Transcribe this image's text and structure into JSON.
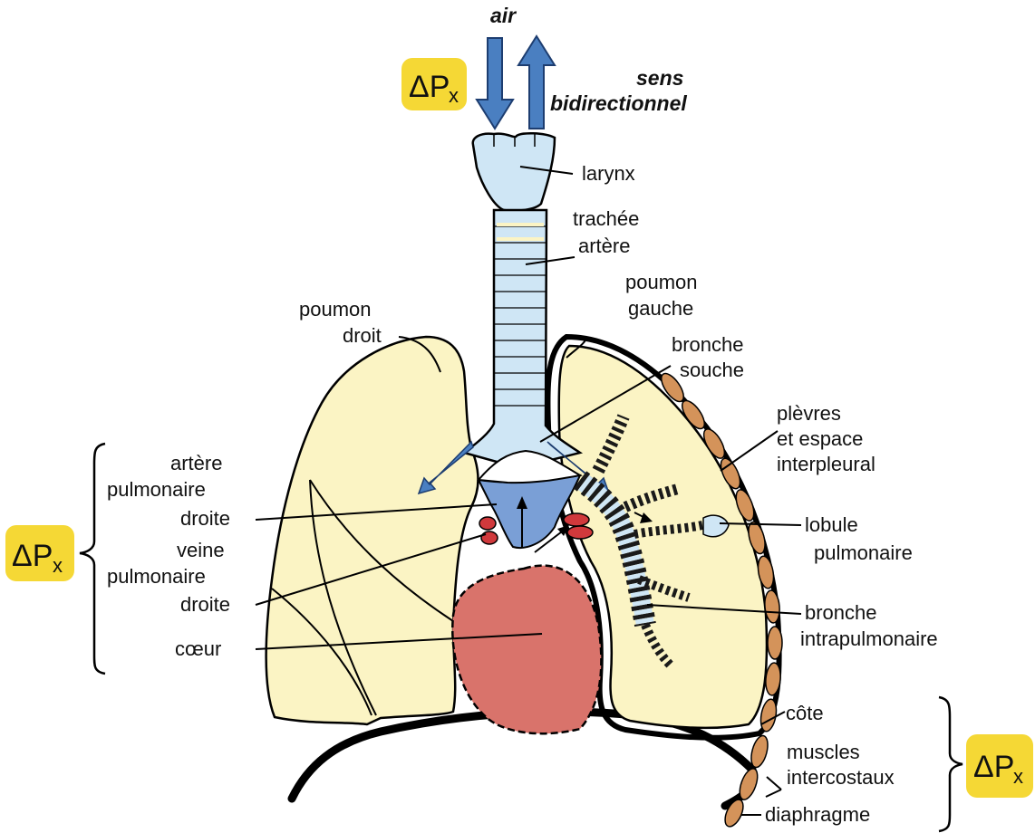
{
  "top": {
    "air": "air",
    "direction_line1": "sens",
    "direction_line2": "bidirectionnel"
  },
  "delta_badge": {
    "symbol": "ΔP",
    "subscript": "x",
    "color": "#f5d835"
  },
  "labels": {
    "larynx": "larynx",
    "trachea": [
      "trachée",
      "artère"
    ],
    "right_lung": [
      "poumon",
      "droit"
    ],
    "left_lung": [
      "poumon",
      "gauche"
    ],
    "main_bronchus": [
      "bronche",
      "souche"
    ],
    "pleura": [
      "plèvres",
      "et espace",
      "interpleural"
    ],
    "pulmonary_artery": [
      "artère",
      "pulmonaire",
      "droite"
    ],
    "pulmonary_vein": [
      "veine",
      "pulmonaire",
      "droite"
    ],
    "lobule": [
      "lobule",
      "pulmonaire"
    ],
    "intrapulmonary_bronchus": [
      "bronche",
      "intrapulmonaire"
    ],
    "heart": "cœur",
    "rib": "côte",
    "intercostal": [
      "muscles",
      "intercostaux"
    ],
    "diaphragm": "diaphragme"
  },
  "colors": {
    "lung": "#fbf4c4",
    "airway": "#cfe6f5",
    "arrow": "#4a7fc1",
    "heart": "#d9736b",
    "vessel": "#d0393c",
    "rib": "#d4935a",
    "vessel_blue": "#7a9fd6"
  }
}
